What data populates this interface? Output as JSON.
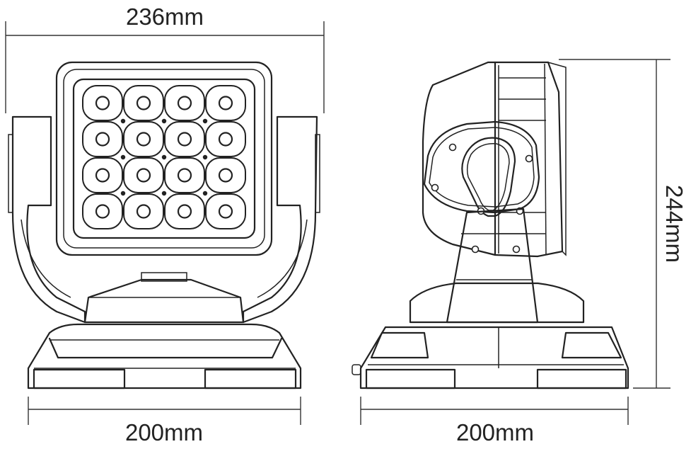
{
  "dimensions": {
    "top_width": "236mm",
    "front_base_width": "200mm",
    "side_base_width": "200mm",
    "height": "244mm"
  },
  "views": {
    "front": {
      "led_rows": 4,
      "led_cols": 4
    },
    "side": {}
  },
  "colors": {
    "line": "#222222",
    "background": "#ffffff"
  }
}
